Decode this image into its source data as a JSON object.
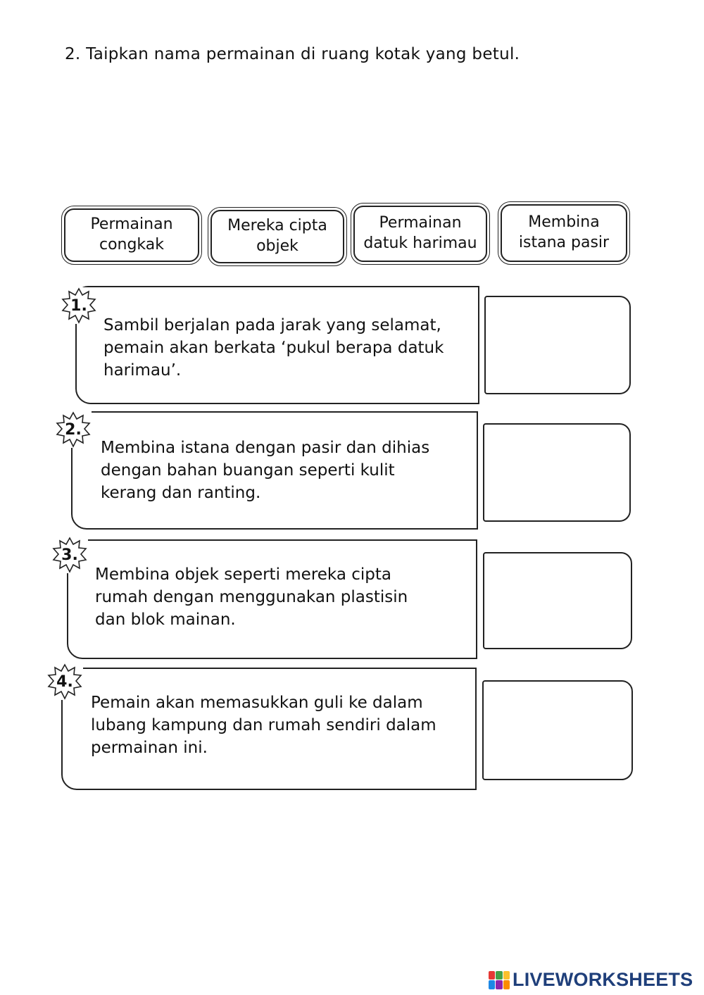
{
  "instruction": "2. Taipkan nama permainan di ruang kotak yang betul.",
  "word_bank": [
    "Permainan\ncongkak",
    "Mereka cipta\nobjek",
    "Permainan\ndatuk harimau",
    "Membina\nistana pasir"
  ],
  "questions": [
    {
      "number": "1.",
      "text": "Sambil berjalan pada jarak yang selamat,\npemain akan berkata ‘pukul berapa datuk\nharimau’.",
      "answer": ""
    },
    {
      "number": "2.",
      "text": "Membina istana dengan pasir dan dihias\ndengan bahan buangan seperti kulit\nkerang dan ranting.",
      "answer": ""
    },
    {
      "number": "3.",
      "text": "Membina objek seperti mereka cipta\nrumah dengan menggunakan plastisin\ndan blok mainan.",
      "answer": ""
    },
    {
      "number": "4.",
      "text": "Pemain akan memasukkan guli ke dalam\nlubang kampung dan rumah sendiri dalam\npermainan ini.",
      "answer": ""
    }
  ],
  "brand": {
    "name": "LIVEWORKSHEETS",
    "logo_colors": [
      "#e53935",
      "#43a047",
      "#fbc02d",
      "#1e88e5",
      "#8e24aa",
      "#fb8c00"
    ]
  }
}
